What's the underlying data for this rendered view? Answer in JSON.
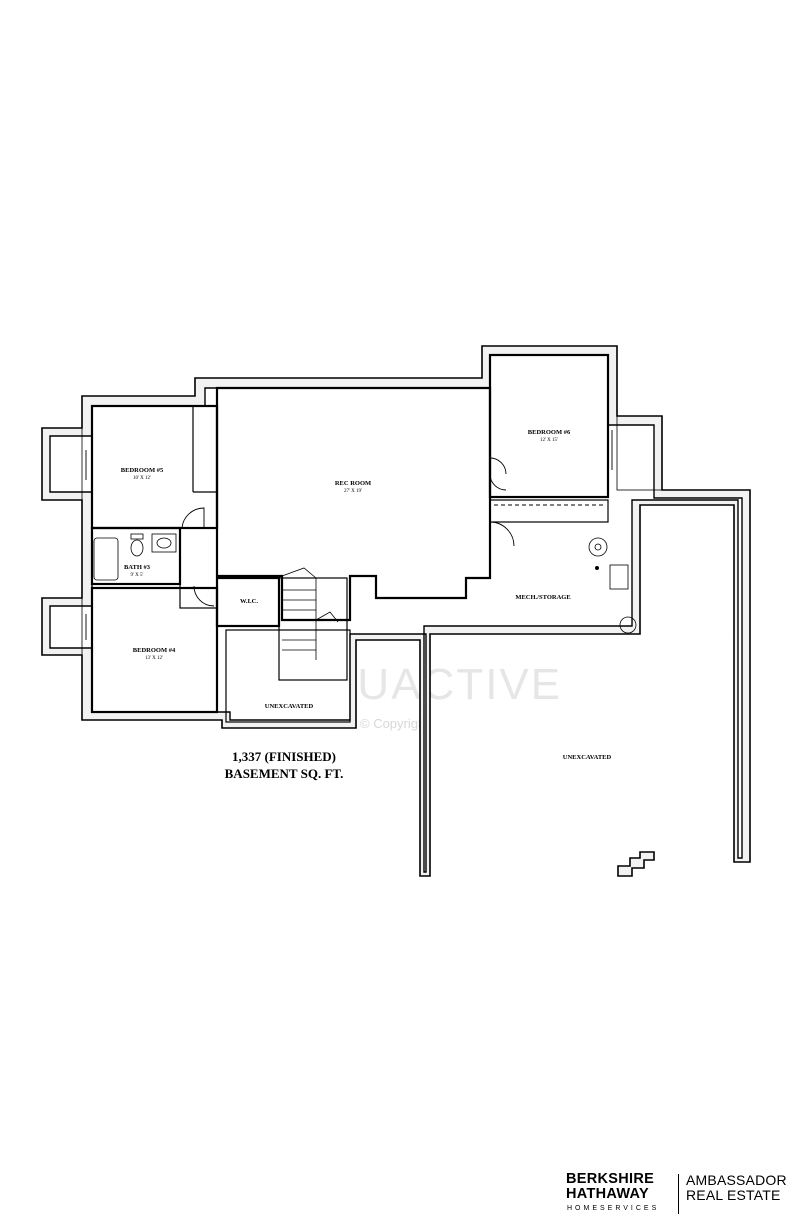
{
  "rooms": {
    "bedroom5": {
      "name": "BEDROOM #5",
      "dims": "10' X 12'"
    },
    "rec_room": {
      "name": "REC ROOM",
      "dims": "27' X 19'"
    },
    "bedroom6": {
      "name": "BEDROOM #6",
      "dims": "12' X 15'"
    },
    "bath3": {
      "name": "BATH #3",
      "dims": "9' X 5'"
    },
    "wic": {
      "name": "W.I.C."
    },
    "mech_storage": {
      "name": "MECH./STORAGE"
    },
    "bedroom4": {
      "name": "BEDROOM #4",
      "dims": "13' X 12'"
    },
    "unexcavated_small": {
      "name": "UNEXCAVATED"
    },
    "unexcavated_large": {
      "name": "UNEXCAVATED"
    }
  },
  "summary": {
    "line1": "1,337 (FINISHED)",
    "line2": "BASEMENT SQ. FT."
  },
  "watermark": {
    "brand": "VIRTUACTIVE",
    "copyright": "© Copyright"
  },
  "logo": {
    "line1": "BERKSHIRE",
    "line2": "HATHAWAY",
    "line3": "HOMESERVICES",
    "partner1": "AMBASSADOR",
    "partner2": "REAL ESTATE"
  }
}
